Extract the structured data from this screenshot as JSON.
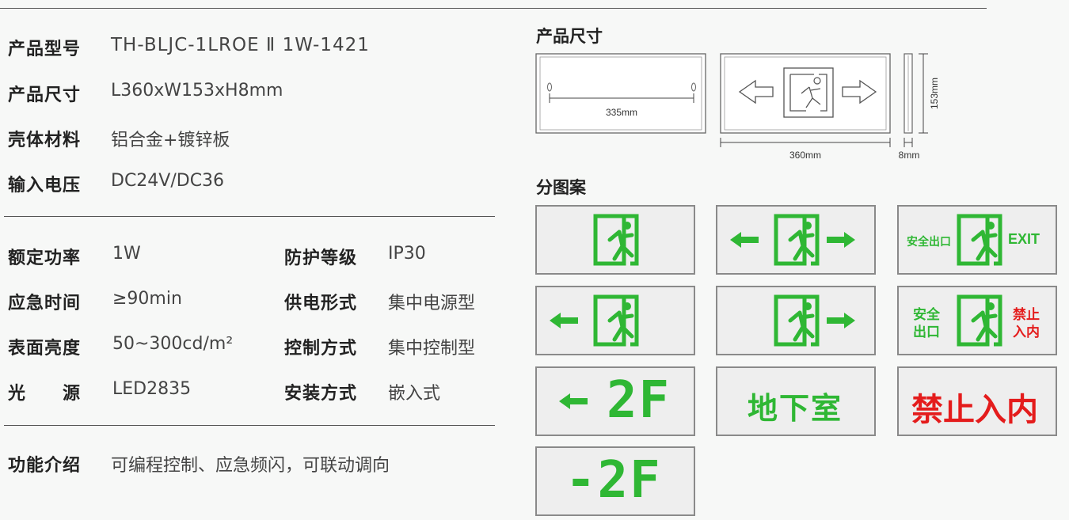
{
  "specs_top": [
    {
      "label": "产品型号",
      "value": "TH-BLJC-1LROE Ⅱ 1W-1421"
    },
    {
      "label": "产品尺寸",
      "value": "L360xW153xH8mm"
    },
    {
      "label": "壳体材料",
      "value": "铝合金+镀锌板"
    },
    {
      "label": "输入电压",
      "value": "DC24V/DC36"
    }
  ],
  "specs_left": [
    {
      "label": "额定功率",
      "value": "1W"
    },
    {
      "label": "应急时间",
      "value": "≥90min"
    },
    {
      "label": "表面亮度",
      "value": "50~300cd/m²"
    },
    {
      "label": "光　　源",
      "value": "LED2835"
    }
  ],
  "specs_right": [
    {
      "label": "防护等级",
      "value": "IP30"
    },
    {
      "label": "供电形式",
      "value": "集中电源型"
    },
    {
      "label": "控制方式",
      "value": "集中控制型"
    },
    {
      "label": "安装方式",
      "value": "嵌入式"
    }
  ],
  "function": {
    "label": "功能介绍",
    "value": "可编程控制、应急频闪，可联动调向"
  },
  "dimensions": {
    "title": "产品尺寸",
    "mount_width": "335mm",
    "length": "360mm",
    "height": "153mm",
    "thickness": "8mm"
  },
  "patterns": {
    "title": "分图案",
    "safe_exit": "安全出口",
    "safe_exit_line1": "安全",
    "safe_exit_line2": "出口",
    "exit_en": "EXIT",
    "no_entry_line1": "禁止",
    "no_entry_line2": "入内",
    "floor_2f": "2F",
    "floor_minus_2f": "-2F",
    "basement": "地下室",
    "no_entry": "禁止入内"
  },
  "colors": {
    "sign_green": "#2fb734",
    "sign_red": "#e41c1c",
    "sign_bg": "#eeeeee"
  }
}
